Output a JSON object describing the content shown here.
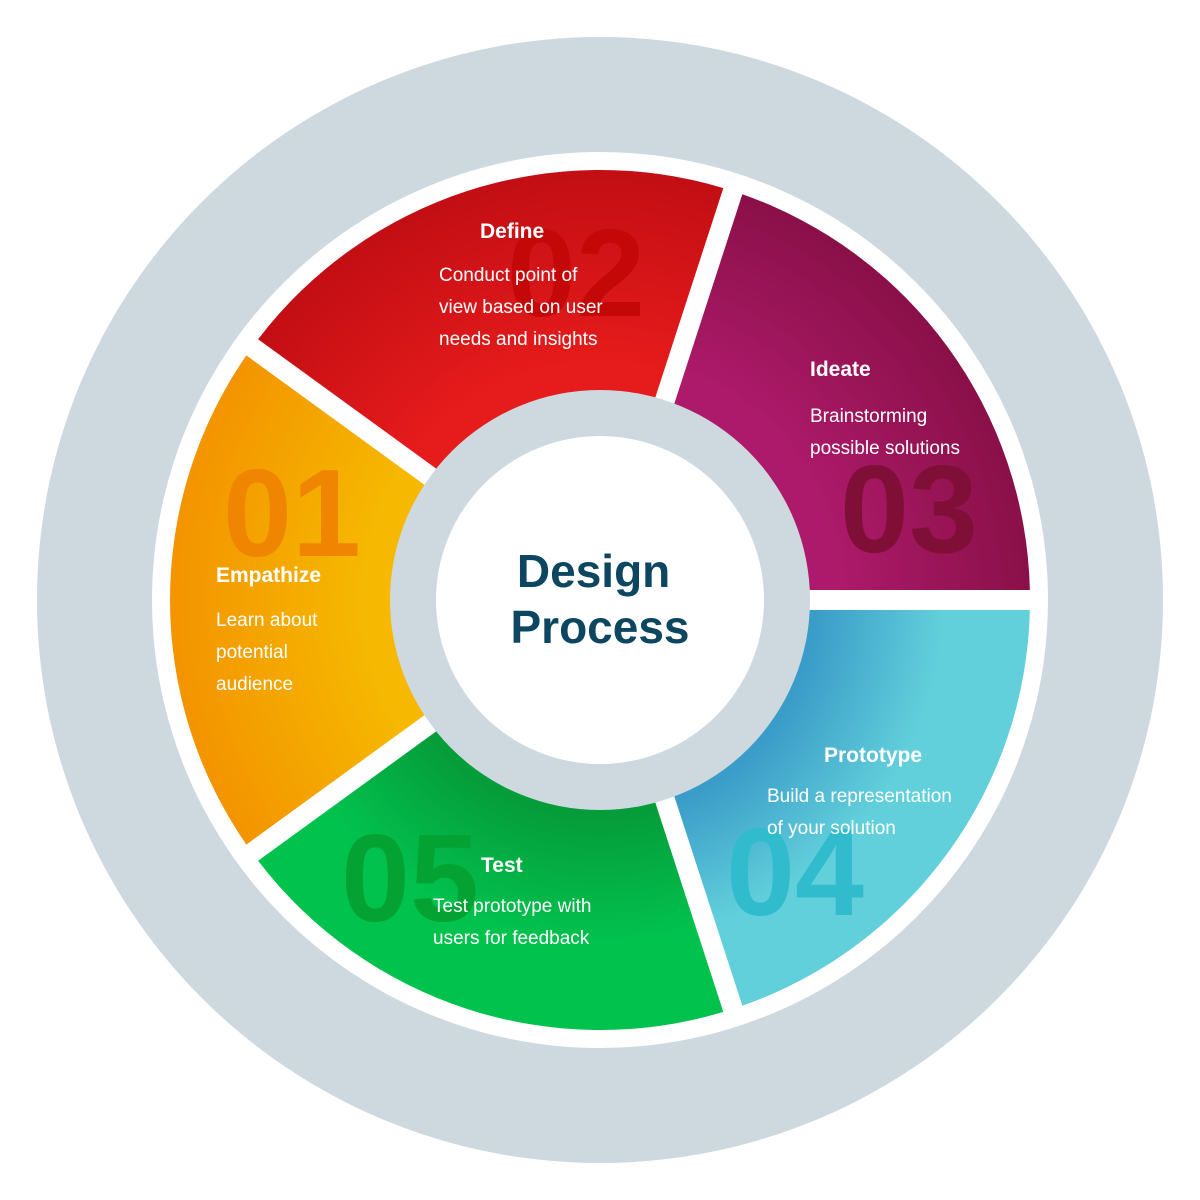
{
  "center": {
    "line1": "Design",
    "line2": "Process",
    "color": "#0d4660"
  },
  "colors": {
    "outer_ring": "#cdd9df",
    "inner_ring": "#cdd9df",
    "center_fill": "#ffffff",
    "page": "#ffffff"
  },
  "steps": [
    {
      "key": "empathize",
      "number": "01",
      "title": "Empathize",
      "description": [
        "Learn about",
        "potential",
        "audience"
      ],
      "color_a": "#f39400",
      "color_b": "#f6b800",
      "number_color": "#ef8500"
    },
    {
      "key": "define",
      "number": "02",
      "title": "Define",
      "description": [
        "Conduct point of",
        "view based on user",
        "needs and insights"
      ],
      "color_a": "#c20e14",
      "color_b": "#e61b1b",
      "number_color": "#c40808"
    },
    {
      "key": "ideate",
      "number": "03",
      "title": "Ideate",
      "description": [
        "Brainstorming",
        "possible solutions"
      ],
      "color_a": "#8a1048",
      "color_b": "#ad1a6b",
      "number_color": "#800f38"
    },
    {
      "key": "prototype",
      "number": "04",
      "title": "Prototype",
      "description": [
        "Build a representation",
        "of your solution"
      ],
      "color_a": "#3a9cc8",
      "color_b": "#62d0db",
      "number_color": "#30bccc"
    },
    {
      "key": "test",
      "number": "05",
      "title": "Test",
      "description": [
        "Test prototype with",
        "users for feedback"
      ],
      "color_a": "#059c3a",
      "color_b": "#02c24e",
      "number_color": "#04a233"
    }
  ]
}
